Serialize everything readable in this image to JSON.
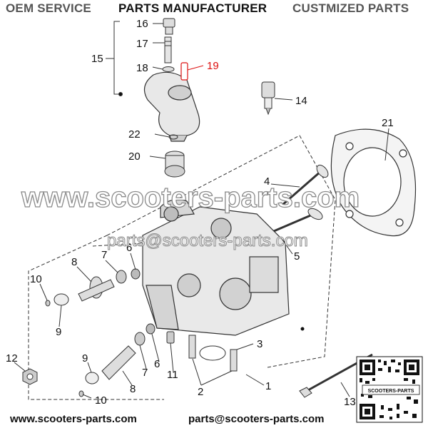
{
  "header": {
    "left": "OEM SERVICE",
    "middle": "PARTS MANUFACTURER",
    "right": "CUSTMIZED PARTS"
  },
  "watermark": {
    "site": "www.scooters-parts.com",
    "email": "parts@scooters-parts.com"
  },
  "footer": {
    "website": "www.scooters-parts.com",
    "email": "parts@scooters-parts.com"
  },
  "qr_caption": "SCOOTERS-PARTS",
  "callouts": {
    "n1": "1",
    "n2": "2",
    "n3": "3",
    "n4": "4",
    "n5": "5",
    "n6a": "6",
    "n6b": "6",
    "n7a": "7",
    "n7b": "7",
    "n8a": "8",
    "n8b": "8",
    "n9a": "9",
    "n9b": "9",
    "n10a": "10",
    "n10b": "10",
    "n11": "11",
    "n12": "12",
    "n13": "13",
    "n14": "14",
    "n15": "15",
    "n16": "16",
    "n17": "17",
    "n18": "18",
    "n19": "19",
    "n20": "20",
    "n21": "21",
    "n22": "22"
  },
  "colors": {
    "highlight": "#dd1111",
    "watermark_stroke": "#8a8a8a",
    "line": "#333333"
  }
}
